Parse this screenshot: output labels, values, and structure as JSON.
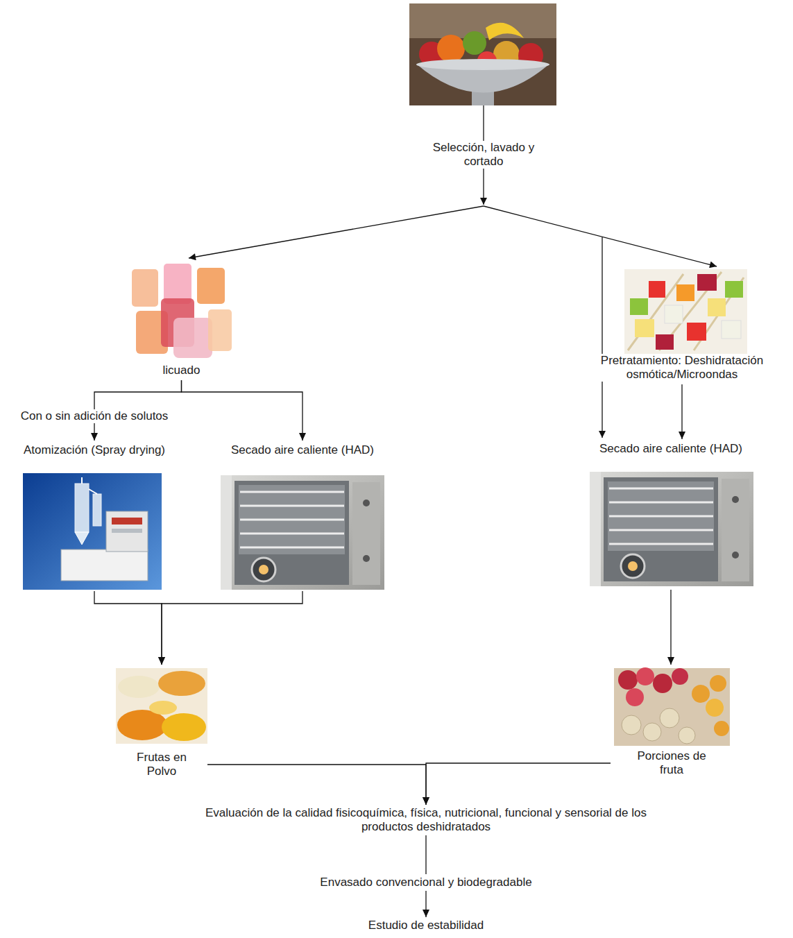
{
  "diagram": {
    "nodes": [
      {
        "text": [
          "licuado"
        ]
      },
      {
        "text": [
          "Pretratamiento: Deshidratación osmótica/Microondas"
        ]
      },
      {
        "text": [
          "Atomización (Spray drying)"
        ]
      },
      {
        "text": [
          "Secado aire caliente (HAD)"
        ]
      },
      {
        "text": [
          "Secado aire caliente (HAD)"
        ]
      },
      {
        "text": [
          "Frutas en Polvo"
        ]
      },
      {
        "text": [
          "Porciones de fruta"
        ]
      },
      {
        "text": [
          "Evaluación de la calidad fisicoquímica, física, nutricional, funcional y sensorial de los productos deshidratados"
        ]
      },
      {
        "text": [
          "Envasado convencional y biodegradable"
        ]
      },
      {
        "text": [
          "Estudio de estabilidad"
        ]
      }
    ],
    "edges": [
      {
        "from": 0,
        "to": 2,
        "label": "Con o sin adición de solutos",
        "arrow": "to"
      },
      {
        "from": 0,
        "to": 3,
        "arrow": "to"
      },
      {
        "from": 1,
        "to": 4,
        "arrow": "to"
      },
      {
        "from": 2,
        "to": 5,
        "arrow": "to"
      },
      {
        "from": 3,
        "to": 5,
        "arrow": "to"
      },
      {
        "from": 4,
        "to": 6,
        "arrow": "to"
      },
      {
        "from": 5,
        "to": 7,
        "arrow": "to"
      },
      {
        "from": 6,
        "to": 7,
        "arrow": "to"
      },
      {
        "from": 7,
        "to": 8,
        "arrow": "none"
      },
      {
        "from": 8,
        "to": 9,
        "arrow": "to"
      }
    ],
    "labels": [
      "Selección, lavado y cortado"
    ]
  }
}
